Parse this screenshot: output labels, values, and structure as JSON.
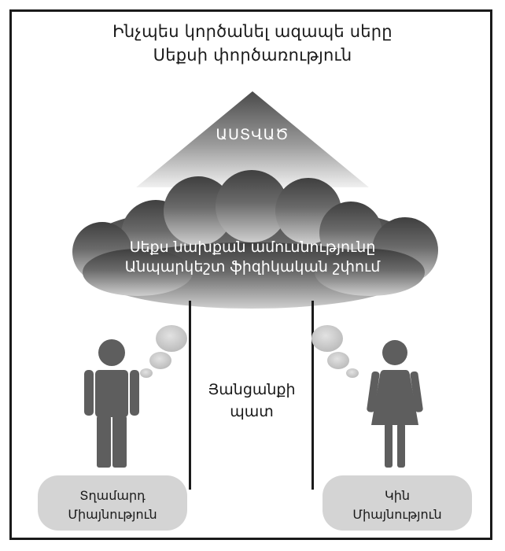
{
  "title": {
    "line1": "Ինչպես կործանել ազապե սերը",
    "line2": "Սեքսի փործառություն"
  },
  "pyramid": {
    "label": "ԱՍՏՎԱԾ"
  },
  "cloud": {
    "line1": "Սեքս նախքան ամուսնությունը",
    "line2": "Անպարկեշտ ֆիզիկական շփում"
  },
  "wall": {
    "line1": "Յանցանքի",
    "line2": "պատ"
  },
  "man": {
    "line1": "Տղամարդ",
    "line2": "Միայնություն"
  },
  "woman": {
    "line1": "Կին",
    "line2": "Միայնություն"
  },
  "colors": {
    "frame": "#1a1a1a",
    "pyramid_top": "#4a4a4a",
    "pyramid_bottom": "#f0f0f0",
    "cloud_dark": "#454545",
    "cloud_light": "#c8c8c8",
    "figure": "#5e5e5e",
    "pill": "#d4d4d4"
  }
}
